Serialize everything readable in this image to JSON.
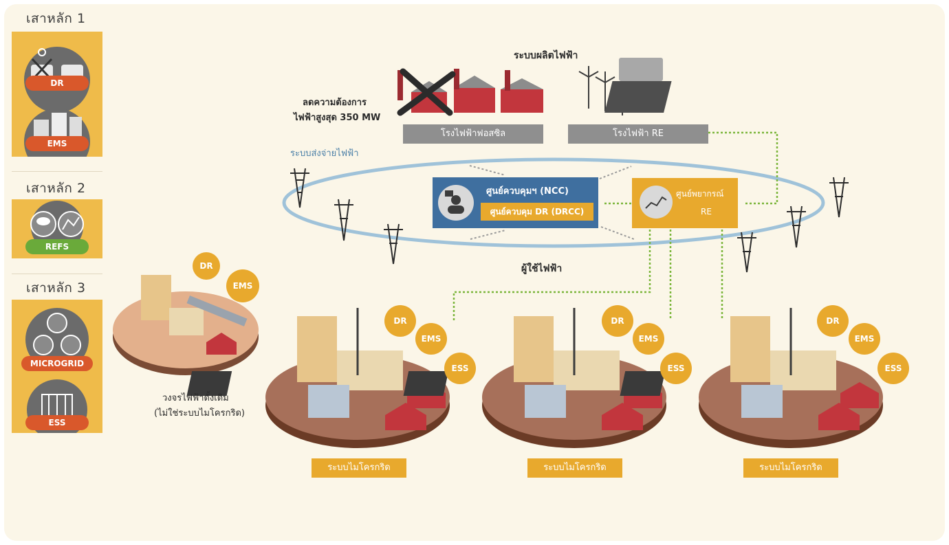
{
  "pillars": [
    {
      "title": "เสาหลัก 1",
      "badges": [
        "DR",
        "EMS"
      ]
    },
    {
      "title": "เสาหลัก 2",
      "badges": [
        "REFS"
      ]
    },
    {
      "title": "เสาหลัก 3",
      "badges": [
        "MICROGRID",
        "ESS"
      ]
    }
  ],
  "diagram": {
    "generation_title": "ระบบผลิตไฟฟ้า",
    "peak_reduction_line1": "ลดความต้องการ",
    "peak_reduction_line2": "ไฟฟ้าสูงสุด 350 MW",
    "fossil_plant": "โรงไฟฟ้าฟอสซิล",
    "re_plant": "โรงไฟฟ้า RE",
    "transmission": "ระบบส่งจ่ายไฟฟ้า",
    "ncc": "ศูนย์ควบคุมฯ (NCC)",
    "drcc": "ศูนย์ควบคุม DR (DRCC)",
    "re_forecast_line1": "ศูนย์พยากรณ์",
    "re_forecast_line2": "RE",
    "consumers": "ผู้ใช้ไฟฟ้า",
    "traditional_line1": "วงจรไฟฟ้าดั้งเดิม",
    "traditional_line2": "(ไม่ใช่ระบบไมโครกริด)",
    "microgrid_label": "ระบบไมโครกริด",
    "tags": [
      "DR",
      "EMS",
      "ESS"
    ]
  },
  "colors": {
    "orange": "#e8a92d",
    "red_badge": "#d9582b",
    "green_badge": "#6aaa3a",
    "ncc_blue": "#3f6f9f",
    "ring": "#9fc2d9",
    "green_arrow": "#7bb53a",
    "gray_box": "#8f8f8f"
  }
}
